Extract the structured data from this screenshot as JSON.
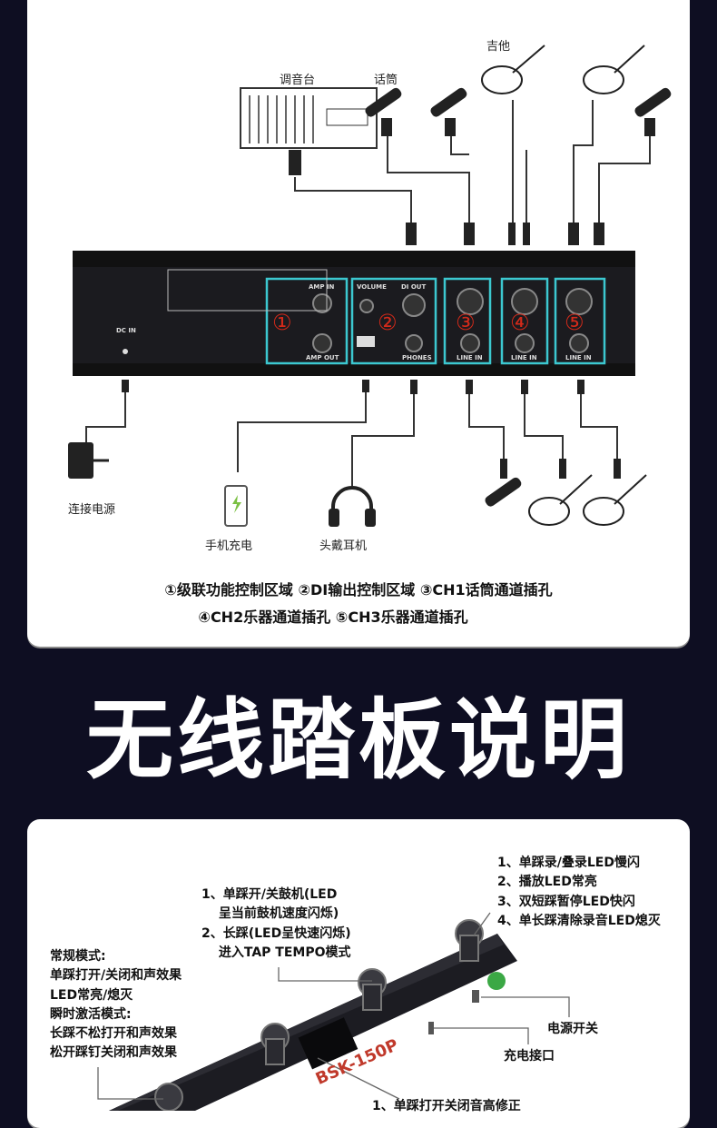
{
  "top_diagram": {
    "labels": {
      "mixer": "调音台",
      "microphone": "话筒",
      "guitar": "吉他",
      "power": "连接电源",
      "phone_charge": "手机充电",
      "headphones": "头戴耳机"
    },
    "panel": {
      "zones": [
        "①",
        "②",
        "③",
        "④",
        "⑤"
      ],
      "volume": "VOLUME",
      "amp_in": "AMP IN",
      "amp_out": "AMP OUT",
      "di_out": "DI OUT",
      "phones": "PHONES",
      "line_in": "LINE IN",
      "dc_in": "DC IN"
    },
    "legend": [
      "①级联功能控制区域 ②DI输出控制区域 ③CH1话筒通道插孔",
      "④CH2乐器通道插孔 ⑤CH3乐器通道插孔"
    ]
  },
  "section_title": "无线踏板说明",
  "pedal": {
    "model": "BSK-150P",
    "right_notes": [
      "1、单踩录/叠录LED慢闪",
      "2、播放LED常亮",
      "3、双短踩暂停LED快闪",
      "4、单长踩清除录音LED熄灭"
    ],
    "middle_notes": [
      "1、单踩开/关鼓机(LED",
      "　 呈当前鼓机速度闪烁)",
      "2、长踩(LED呈快速闪烁)",
      "　 进入TAP TEMPO模式"
    ],
    "left_notes": [
      "常规模式:",
      "单踩打开/关闭和声效果",
      "LED常亮/熄灭",
      "瞬时激活模式:",
      "长踩不松打开和声效果",
      "松开踩钉关闭和声效果"
    ],
    "power_switch": "电源开关",
    "charge_port": "充电接口",
    "bottom_note": "1、单踩打开关闭音高修正"
  },
  "colors": {
    "background": "#0e0e22",
    "zone_outline": "#3cc8d0",
    "zone_number": "#d42a1a",
    "panel": "#1b1b1f"
  }
}
